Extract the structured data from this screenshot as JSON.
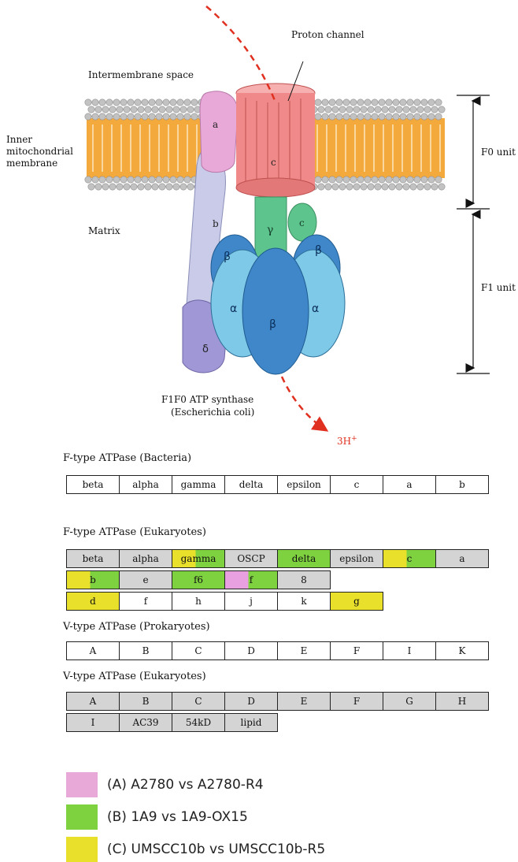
{
  "diagram": {
    "labels": {
      "proton_channel": "Proton channel",
      "intermembrane_space": "Intermembrane space",
      "inner_membrane": "Inner mitochondrial membrane",
      "matrix": "Matrix",
      "f0_unit": "F0 unit",
      "f1_unit": "F1 unit",
      "synthase_title": "F1F0 ATP synthase",
      "synthase_species": "(Escherichia coli)",
      "proton_out_main": "3H",
      "proton_out_sup": "+"
    },
    "subunit_letters": {
      "a": "a",
      "b": "b",
      "c_ring": "c",
      "c_small": "c",
      "gamma": "γ",
      "beta_left": "β",
      "beta_right": "β",
      "alpha_left": "α",
      "alpha_right": "α",
      "beta_center": "β",
      "delta": "δ"
    },
    "colors": {
      "lipid_head": "#bdbdbd",
      "lipid_tail": "#f3a93c",
      "c_ring": "#f08a8a",
      "subunit_a": "#e8a8d8",
      "subunit_b": "#c9cbe8",
      "delta": "#9f97d6",
      "gamma": "#5ec48d",
      "beta": "#3f87c8",
      "alpha": "#7ec8e8",
      "arrow_red": "#e03020"
    }
  },
  "tables": [
    {
      "title": "F-type ATPase (Bacteria)",
      "rows": [
        [
          {
            "t": "beta"
          },
          {
            "t": "alpha"
          },
          {
            "t": "gamma"
          },
          {
            "t": "delta"
          },
          {
            "t": "epsilon"
          },
          {
            "t": "c"
          },
          {
            "t": "a"
          },
          {
            "t": "b"
          }
        ]
      ]
    },
    {
      "title": "F-type ATPase (Eukaryotes)",
      "rows": [
        [
          {
            "t": "beta",
            "bg": "gray"
          },
          {
            "t": "alpha",
            "bg": "gray"
          },
          {
            "t": "gamma",
            "bg": "yellow-green"
          },
          {
            "t": "OSCP",
            "bg": "gray"
          },
          {
            "t": "delta",
            "bg": "green"
          },
          {
            "t": "epsilon",
            "bg": "gray"
          },
          {
            "t": "c",
            "bg": "yellow-green"
          },
          {
            "t": "a",
            "bg": "gray"
          }
        ],
        [
          {
            "t": "b",
            "bg": "yellow-green"
          },
          {
            "t": "e",
            "bg": "gray"
          },
          {
            "t": "f6",
            "bg": "green"
          },
          {
            "t": "f",
            "bg": "pink-green"
          },
          {
            "t": "8",
            "bg": "gray"
          }
        ],
        [
          {
            "t": "d",
            "bg": "yellow"
          },
          {
            "t": "f"
          },
          {
            "t": "h"
          },
          {
            "t": "j"
          },
          {
            "t": "k"
          },
          {
            "t": "g",
            "bg": "yellow"
          }
        ]
      ]
    },
    {
      "title": "V-type ATPase (Prokaryotes)",
      "rows": [
        [
          {
            "t": "A"
          },
          {
            "t": "B"
          },
          {
            "t": "C"
          },
          {
            "t": "D"
          },
          {
            "t": "E"
          },
          {
            "t": "F"
          },
          {
            "t": "I"
          },
          {
            "t": "K"
          }
        ]
      ]
    },
    {
      "title": "V-type ATPase (Eukaryotes)",
      "rows": [
        [
          {
            "t": "A",
            "bg": "gray"
          },
          {
            "t": "B",
            "bg": "gray"
          },
          {
            "t": "C",
            "bg": "gray"
          },
          {
            "t": "D",
            "bg": "gray"
          },
          {
            "t": "E",
            "bg": "gray"
          },
          {
            "t": "F",
            "bg": "gray"
          },
          {
            "t": "G",
            "bg": "gray"
          },
          {
            "t": "H",
            "bg": "gray"
          }
        ],
        [
          {
            "t": "I",
            "bg": "gray"
          },
          {
            "t": "AC39",
            "bg": "gray"
          },
          {
            "t": "54kD",
            "bg": "gray"
          },
          {
            "t": "lipid",
            "bg": "gray"
          }
        ]
      ]
    }
  ],
  "cell_colors": {
    "gray": "#d4d4d4",
    "green": "#7fd23f",
    "yellow": "#e8e02a",
    "pink": "#e8a0e0"
  },
  "legend": [
    {
      "label": "(A) A2780 vs A2780-R4",
      "color": "#e8a8d8"
    },
    {
      "label": "(B) 1A9 vs 1A9-OX15",
      "color": "#7fd23f"
    },
    {
      "label": "(C) UMSCC10b vs UMSCC10b-R5",
      "color": "#e8e02a"
    }
  ]
}
